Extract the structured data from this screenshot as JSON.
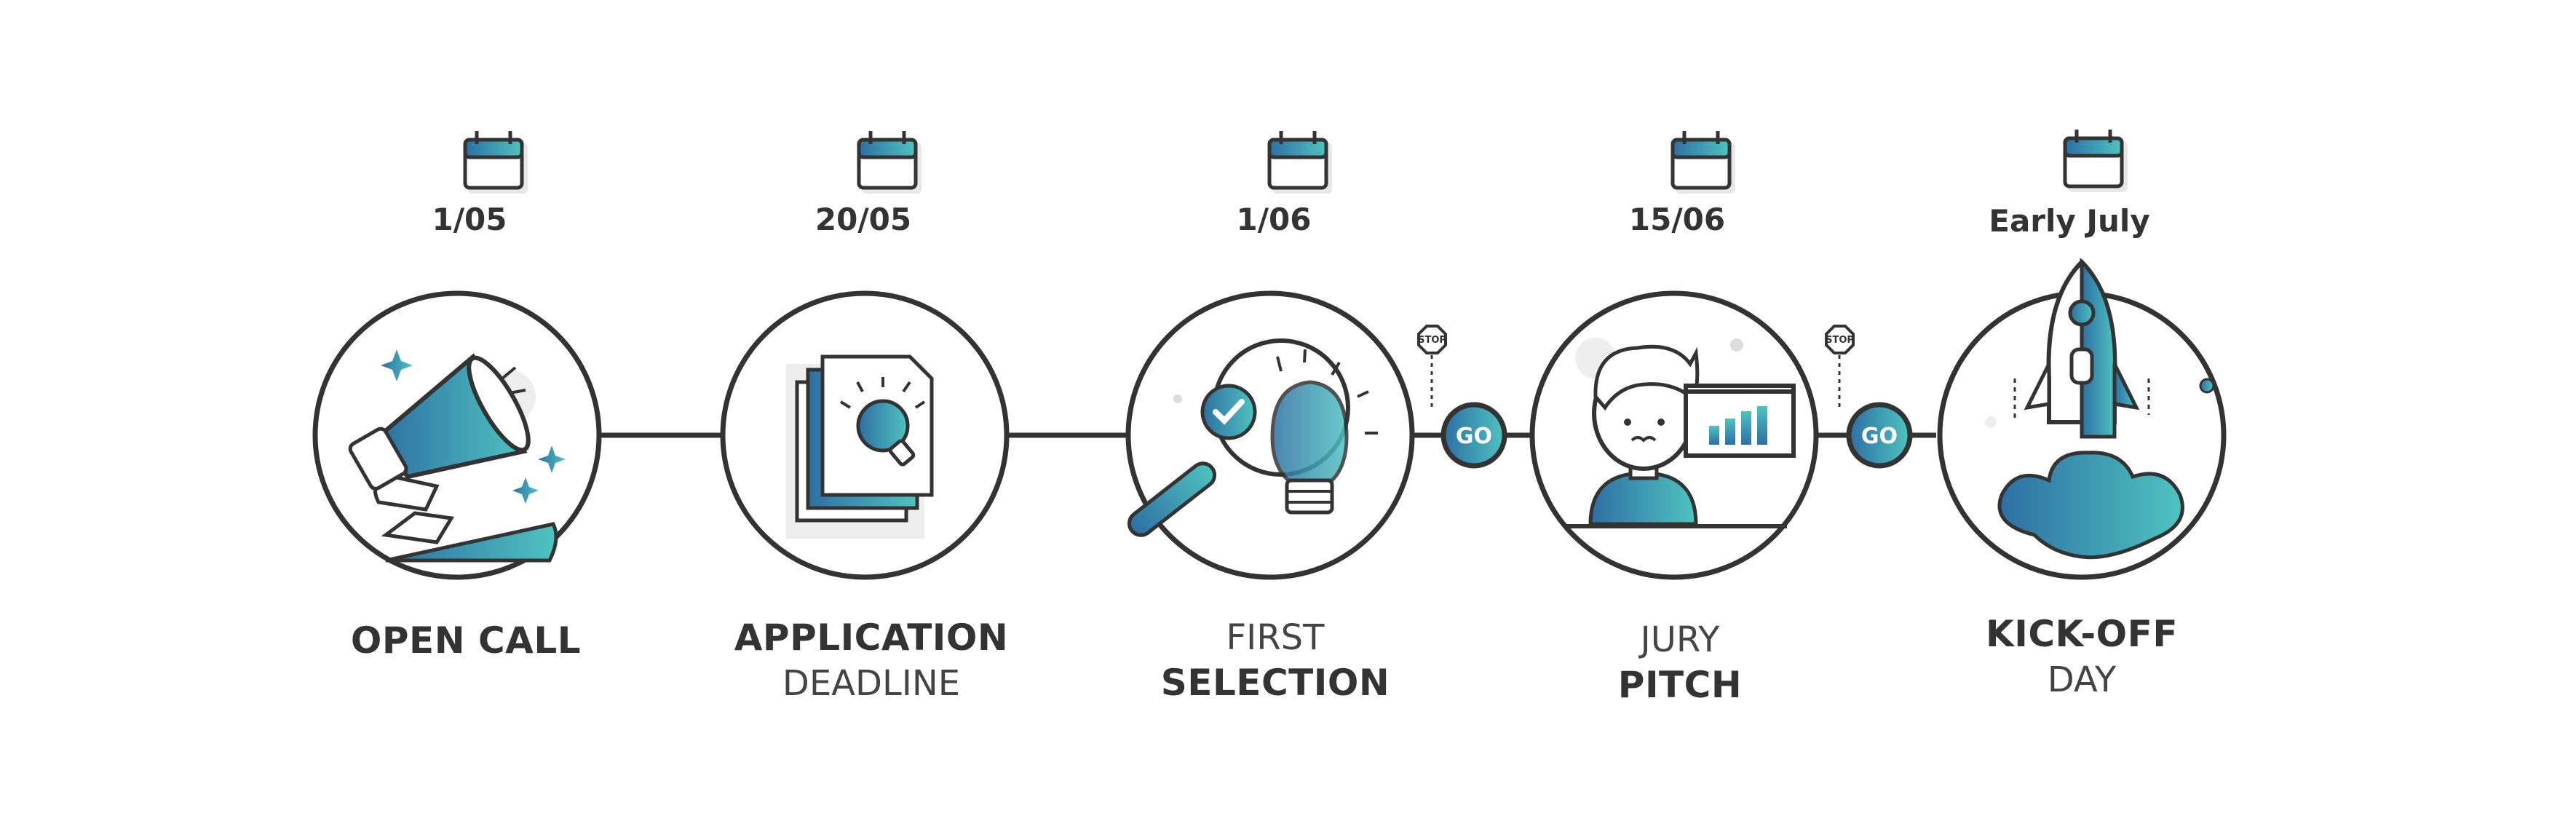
{
  "colors": {
    "outline": "#333333",
    "accent_dark": "#2d6fa3",
    "accent_light": "#4fc3c0",
    "shadow": "#e8e8e8"
  },
  "steps": [
    {
      "date": "1/05",
      "line1": "OPEN CALL",
      "line2": "",
      "icon": "megaphone-icon"
    },
    {
      "date": "20/05",
      "line1": "APPLICATION",
      "line2": "DEADLINE",
      "icon": "documents-lightbulb-icon"
    },
    {
      "date": "1/06",
      "line1": "FIRST",
      "line2": "SELECTION",
      "icon": "magnifier-lightbulb-icon"
    },
    {
      "date": "15/06",
      "line1": "JURY",
      "line2": "PITCH",
      "icon": "presenter-chart-icon"
    },
    {
      "date": "Early July",
      "line1": "KICK-OFF",
      "line2": "DAY",
      "icon": "rocket-icon"
    }
  ],
  "gates": [
    {
      "go": "GO",
      "stop": "STOP"
    },
    {
      "go": "GO",
      "stop": "STOP"
    }
  ]
}
